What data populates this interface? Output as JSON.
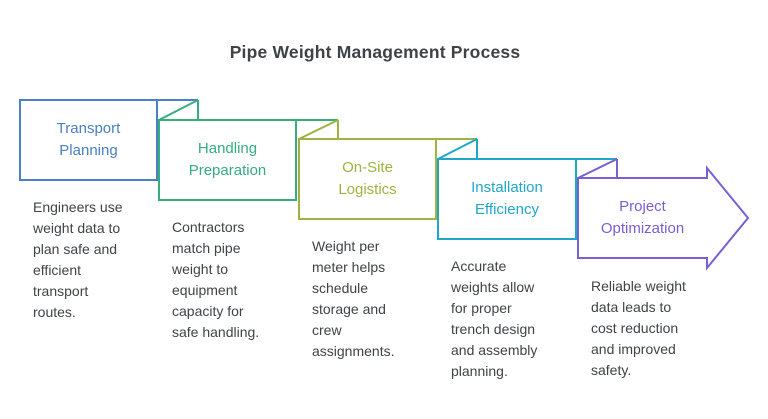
{
  "title": "Pipe Weight Management Process",
  "colors": {
    "background": "#ffffff",
    "shape_fill": "#ffffff",
    "title_text": "#3f4347",
    "description_text": "#3f4347",
    "step1": "#4a80c6",
    "step2": "#36ad7d",
    "step3": "#9db440",
    "step4": "#1fa7c9",
    "step5": "#7a5ed4"
  },
  "steps": [
    {
      "title": "Transport Planning",
      "title_lines": [
        "Transport",
        "Planning"
      ],
      "color": "#4a80c6",
      "description": "Engineers use weight data to plan safe and efficient transport routes.",
      "desc_lines": [
        "Engineers use",
        "weight data to",
        "plan safe and",
        "efficient",
        "transport",
        "routes."
      ]
    },
    {
      "title": "Handling Preparation",
      "title_lines": [
        "Handling",
        "Preparation"
      ],
      "color": "#36ad7d",
      "description": "Contractors match pipe weight to equipment capacity for safe handling.",
      "desc_lines": [
        "Contractors",
        "match pipe",
        "weight to",
        "equipment",
        "capacity for",
        "safe handling."
      ]
    },
    {
      "title": "On-Site Logistics",
      "title_lines": [
        "On-Site",
        "Logistics"
      ],
      "color": "#9db440",
      "description": "Weight per meter helps schedule storage and crew assignments.",
      "desc_lines": [
        "Weight per",
        "meter helps",
        "schedule",
        "storage and",
        "crew",
        "assignments."
      ]
    },
    {
      "title": "Installation Efficiency",
      "title_lines": [
        "Installation",
        "Efficiency"
      ],
      "color": "#1fa7c9",
      "description": "Accurate weights allow for proper trench design and assembly planning.",
      "desc_lines": [
        "Accurate",
        "weights allow",
        "for proper",
        "trench design",
        "and assembly",
        "planning."
      ]
    },
    {
      "title": "Project Optimization",
      "title_lines": [
        "Project",
        "Optimization"
      ],
      "color": "#7a5ed4",
      "description": "Reliable weight data leads to cost reduction and improved safety.",
      "desc_lines": [
        "Reliable weight",
        "data leads to",
        "cost reduction",
        "and improved",
        "safety."
      ]
    }
  ]
}
